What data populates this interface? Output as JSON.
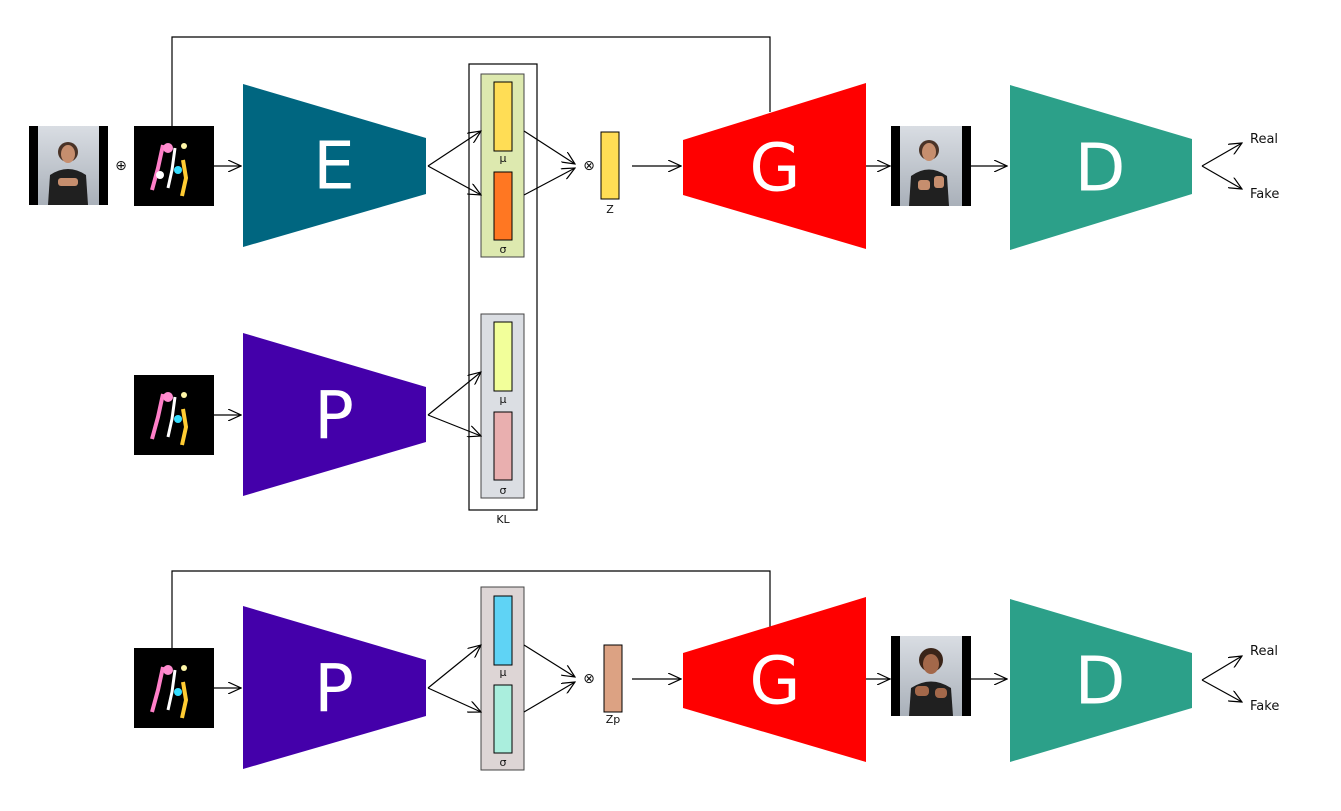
{
  "networks": {
    "encoder": {
      "label": "E",
      "color": "#006680"
    },
    "prior": {
      "label": "P",
      "color": "#4400aa"
    },
    "generator": {
      "label": "G",
      "color": "#ff0000"
    },
    "discriminator": {
      "label": "D",
      "color": "#2ca089"
    }
  },
  "latent": {
    "mu": "μ",
    "sigma": "σ",
    "z": "Z",
    "zp": "Zp",
    "kl": "KL"
  },
  "operators": {
    "concat": "⊕",
    "multiply": "⊗"
  },
  "outputs": {
    "real": "Real",
    "fake": "Fake"
  },
  "colors": {
    "mu_top": "#ffdd55",
    "sigma_top": "#ff7722",
    "latent_box_top": "#dde9af",
    "mu_mid": "#f2ff9a",
    "sigma_mid": "#e9afaf",
    "latent_box_mid": "#dbdee3",
    "mu_bottom": "#5fd3f5",
    "sigma_bottom": "#aaeedd",
    "latent_box_bottom": "#ddd5d5",
    "z_fill": "#ffdd55",
    "zp_fill": "#dca283"
  }
}
